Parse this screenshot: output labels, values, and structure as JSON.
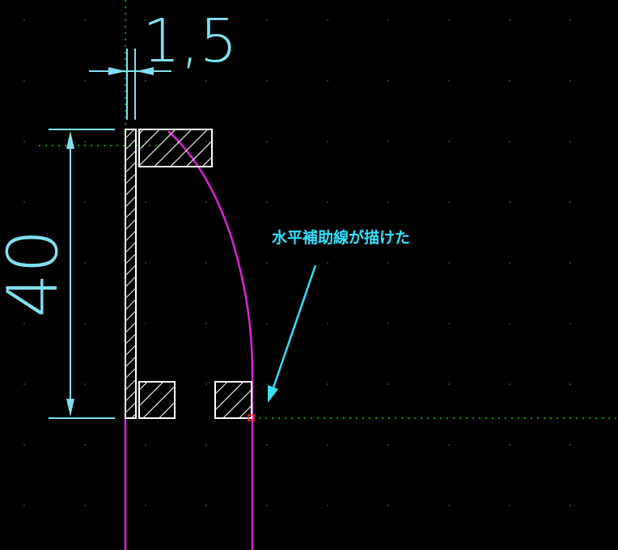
{
  "annotation": {
    "text": "水平補助線が描けた"
  },
  "dimensions": {
    "width_value": "1,5",
    "height_value": "40"
  },
  "colors": {
    "background": "#000000",
    "dimension": "#80e0f0",
    "annotation": "#33e0ff",
    "curve": "#e020e0",
    "guide": "#00cc00",
    "outline": "#ffffff",
    "grid_dot": "#555555"
  }
}
